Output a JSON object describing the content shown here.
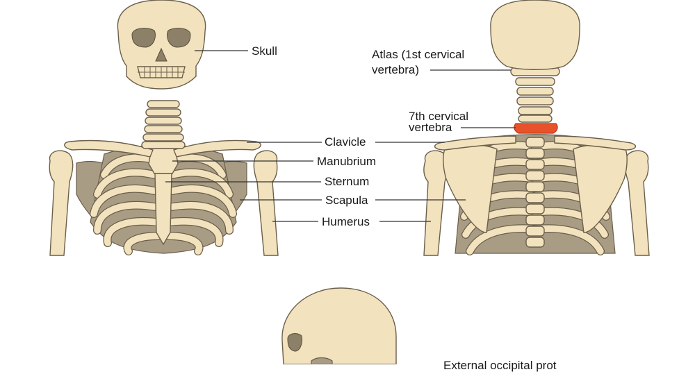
{
  "labels": {
    "skull": "Skull",
    "atlas_line1": "Atlas (1st cervical",
    "atlas_line2": "vertebra)",
    "c7_line1": "7th cervical",
    "c7_line2": "vertebra",
    "clavicle": "Clavicle",
    "manubrium": "Manubrium",
    "sternum": "Sternum",
    "scapula": "Scapula",
    "humerus": "Humerus",
    "bottom_partial": "External occipital prot"
  },
  "colors": {
    "bone": "#f2e2bd",
    "bone_dark": "#a89c85",
    "outline": "#6b5f4b",
    "highlight": "#e8512a",
    "leader": "#333333"
  }
}
